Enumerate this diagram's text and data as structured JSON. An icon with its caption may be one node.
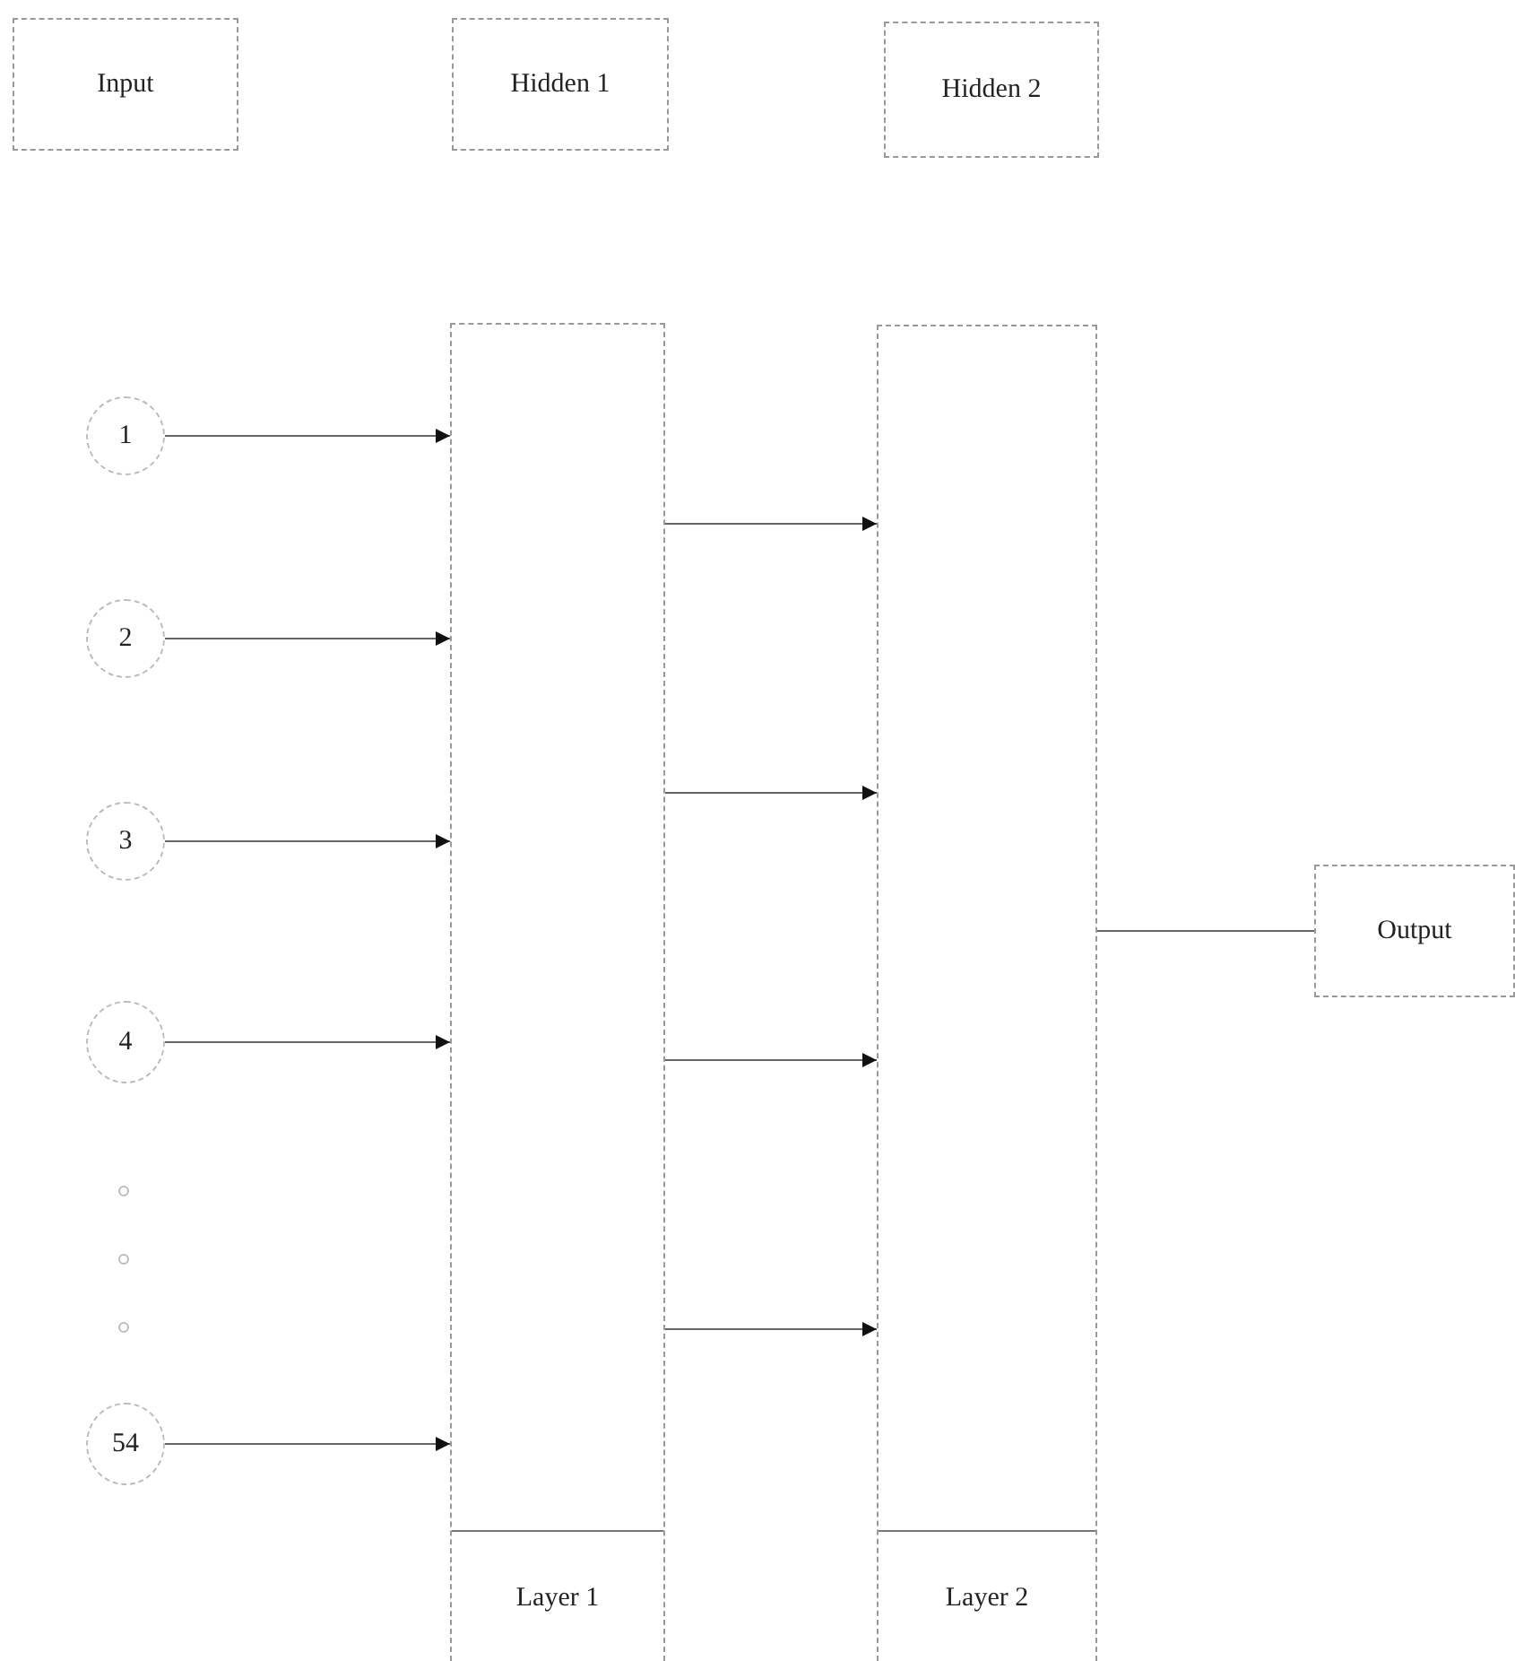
{
  "diagram": {
    "nodes": [
      {
        "text": [
          "Input"
        ]
      },
      {
        "text": [
          "Hidden 1"
        ]
      },
      {
        "text": [
          "Hidden 2"
        ]
      },
      {
        "text": [
          "1"
        ]
      },
      {
        "text": [
          "2"
        ]
      },
      {
        "text": [
          "3"
        ]
      },
      {
        "text": [
          "4"
        ]
      },
      {
        "text": [
          "54"
        ]
      },
      {
        "text": [
          "Layer 1"
        ]
      },
      {
        "text": [
          "Layer 2"
        ]
      },
      {
        "text": [
          "Output"
        ]
      }
    ],
    "edges": [
      {
        "from": 3,
        "to": 8,
        "arrow": "to"
      },
      {
        "from": 4,
        "to": 8,
        "arrow": "to"
      },
      {
        "from": 5,
        "to": 8,
        "arrow": "to"
      },
      {
        "from": 6,
        "to": 8,
        "arrow": "to"
      },
      {
        "from": 7,
        "to": 8,
        "arrow": "to"
      },
      {
        "from": 8,
        "to": 9,
        "arrow": "to"
      },
      {
        "from": 8,
        "to": 9,
        "arrow": "to"
      },
      {
        "from": 8,
        "to": 9,
        "arrow": "to"
      },
      {
        "from": 8,
        "to": 9,
        "arrow": "to"
      },
      {
        "from": 9,
        "to": 10,
        "arrow": "none"
      }
    ]
  }
}
